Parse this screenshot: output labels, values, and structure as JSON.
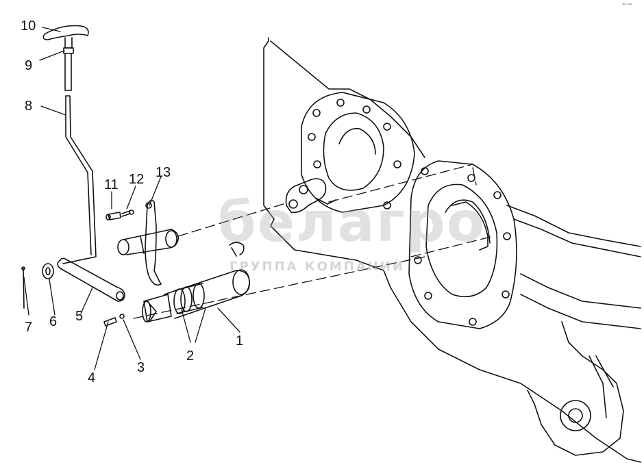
{
  "diagram": {
    "callouts": [
      "10",
      "9",
      "8",
      "11",
      "12",
      "13",
      "7",
      "6",
      "5",
      "4",
      "3",
      "2",
      "1"
    ],
    "watermark": {
      "brand": "белагро",
      "subtitle": "ГРУППА КОМПАНИЙ"
    },
    "corner_mark": "*ᵍ ᵃᵃᵃ"
  },
  "colors": {
    "ink": "#111111",
    "watermark": "#aaaaaa",
    "background": "#ffffff"
  }
}
